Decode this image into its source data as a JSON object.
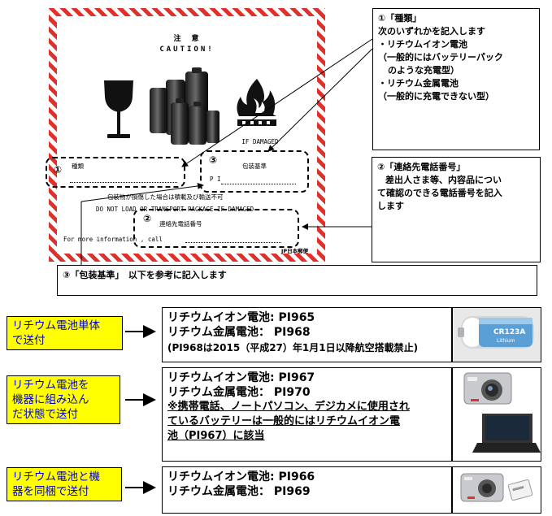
{
  "label": {
    "caution_jp": "注　意",
    "caution_en": "CAUTION!",
    "if_damaged": "IF DAMAGED",
    "field1_num": "①",
    "field1_label": "種類",
    "field3_num": "③",
    "field3_label": "包装基準",
    "field3_value": "P I",
    "warning_jp": "包装物が損傷した場合は積載及び輸送不可",
    "warning_en": "DO NOT LOAD OR TRANSPORT PACKAGE IF DAMAGED",
    "field2_num": "②",
    "field2_label": "連絡先電話番号",
    "more_info": "For more information , call",
    "publisher": "JP日本郵便"
  },
  "box1": {
    "title": "①「種類」",
    "lines": [
      "次のいずれかを記入します",
      "・リチウムイオン電池",
      "（一般的にはバッテリーパック",
      "のような充電型）",
      "・リチウム金属電池",
      "（一般的に充電できない型）"
    ]
  },
  "box2": {
    "title": "②「連絡先電話番号」",
    "lines": [
      "差出人さま等、内容品につい",
      "て確認のできる電話番号を記入",
      "します"
    ]
  },
  "box3": {
    "text": "③「包装基準」　以下を参考に記入します"
  },
  "rows": [
    {
      "case": [
        "リチウム電池単体",
        "で送付"
      ],
      "ion": "リチウムイオン電池:",
      "ion_pi": "PI965",
      "metal": "リチウム金属電池：",
      "metal_pi": "PI968",
      "note": "(PI968は2015（平成27）年1月1日以降航空搭載禁止)"
    },
    {
      "case": [
        "リチウム電池を",
        "機器に組み込ん",
        "だ状態で送付"
      ],
      "ion": "リチウムイオン電池:",
      "ion_pi": "PI967",
      "metal": "リチウム金属電池：",
      "metal_pi": "PI970",
      "note_lines": [
        "※携帯電話、ノートパソコン、デジカメに使用され",
        "ているバッテリーは一般的にはリチウムイオン電",
        "池（PI967）に該当"
      ]
    },
    {
      "case": [
        "リチウム電池と機",
        "器を同梱で送付"
      ],
      "ion": "リチウムイオン電池:",
      "ion_pi": "PI966",
      "metal": "リチウム金属電池：",
      "metal_pi": "PI969"
    }
  ],
  "battery_print": {
    "model": "CR123A",
    "type": "Lithium"
  },
  "colors": {
    "hatch": "#e0302c",
    "case_bg": "#ffff00",
    "case_text": "#0000c8",
    "flame": "#111111"
  }
}
